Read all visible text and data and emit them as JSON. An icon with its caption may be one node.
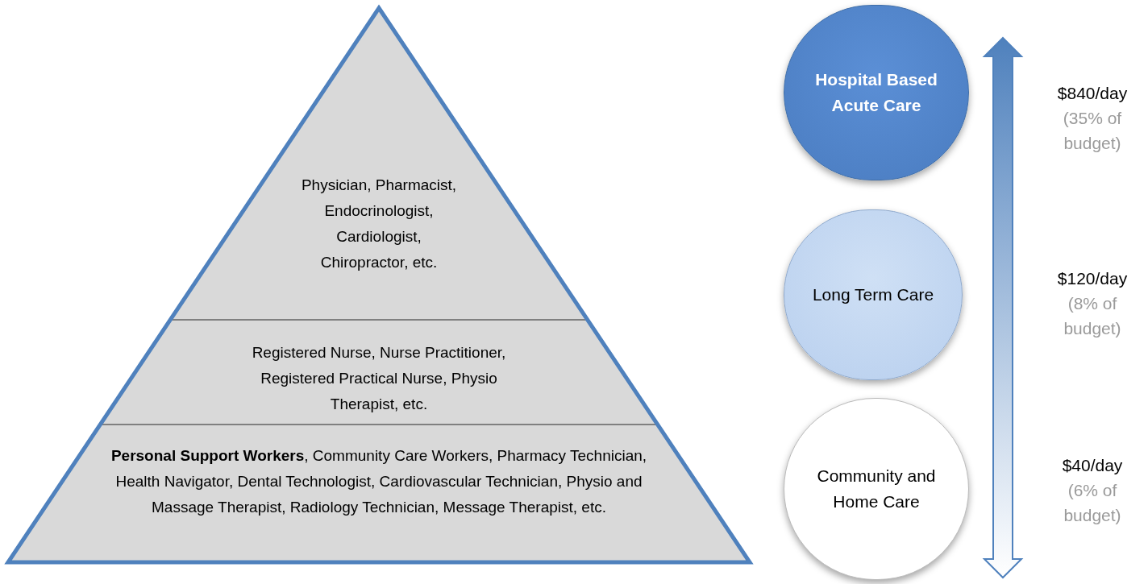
{
  "diagram": {
    "nodes": [
      {
        "text": [
          "Physician, Pharmacist, Endocrinologist, Cardiologist, Chiropractor, etc."
        ]
      },
      {
        "text": [
          "Registered Nurse, Nurse Practitioner, Registered Practical Nurse, Physio Therapist, etc."
        ]
      },
      {
        "text": [
          "**Personal Support Workers**, Community Care Workers, Pharmacy Technician, Health Navigator, Dental Technologist, Cardiovascular Technician, Physio and Massage Therapist, Radiology Technician, Message Therapist, etc."
        ]
      },
      {
        "text": [
          "Hospital Based Acute Care"
        ],
        "beside": [
          "$840/day",
          "(35% of budget)"
        ]
      },
      {
        "text": [
          "Long Term Care"
        ],
        "beside": [
          "$120/day",
          "(8% of budget)"
        ]
      },
      {
        "text": [
          "Community and Home Care"
        ],
        "beside": [
          "$40/day",
          "(6% of budget)"
        ]
      }
    ]
  }
}
